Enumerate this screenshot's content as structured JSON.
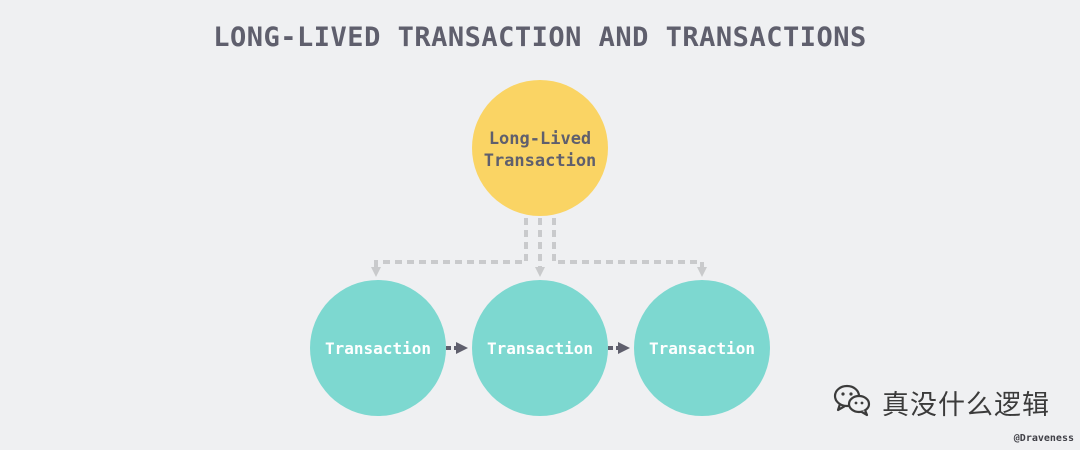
{
  "title": "LONG-LIVED TRANSACTION AND TRANSACTIONS",
  "colors": {
    "background": "#eff0f2",
    "parent_fill": "#fad464",
    "child_fill": "#7dd8d0",
    "parent_text": "#5f5f6d",
    "child_text": "#ffffff",
    "dashed_connector": "#c9cacc",
    "sequence_arrow": "#5f5f6d"
  },
  "parent_node": {
    "label_line1": "Long-Lived",
    "label_line2": "Transaction"
  },
  "child_nodes": [
    {
      "label": "Transaction"
    },
    {
      "label": "Transaction"
    },
    {
      "label": "Transaction"
    }
  ],
  "watermark": {
    "icon": "wechat-icon",
    "text": "真没什么逻辑"
  },
  "credit": "@Draveness"
}
